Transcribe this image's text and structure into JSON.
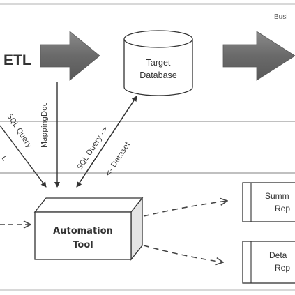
{
  "diagram": {
    "etl_label": "ETL",
    "business_label": "Busi",
    "target_database": {
      "line1": "Target",
      "line2": "Database"
    },
    "mapping_doc_label": "MappingDoc",
    "sql_query_left": "SQL Query",
    "sql_query_right": "SQL Query ->",
    "dataset_label": "<- Dataset",
    "left_edge_label": "L",
    "automation_tool": {
      "line1": "Automation",
      "line2": "Tool"
    },
    "summary_report": {
      "line1": "Summ",
      "line2": "Rep"
    },
    "detail_report": {
      "line1": "Deta",
      "line2": "Rep"
    }
  },
  "colors": {
    "arrow_gray": "#6e6e6e",
    "line_dark": "#333333",
    "divider_gray": "#9a9a9a",
    "box_fill": "#ffffff",
    "box_shadow": "#bdbdbd"
  }
}
